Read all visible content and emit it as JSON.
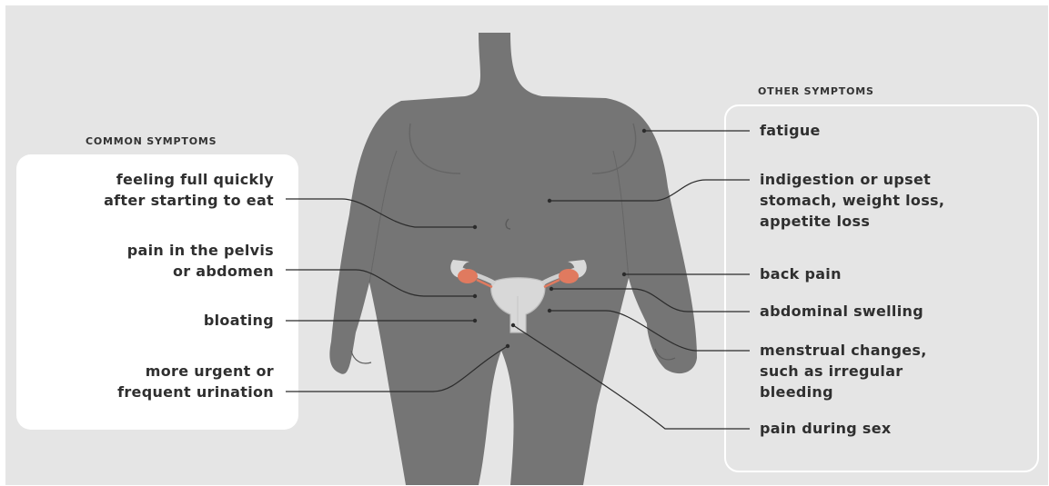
{
  "headings": {
    "common": "COMMON SYMPTOMS",
    "other": "OTHER SYMPTOMS"
  },
  "common_symptoms": [
    {
      "lines": [
        "feeling full quickly",
        "after starting to eat"
      ]
    },
    {
      "lines": [
        "pain in the pelvis",
        "or abdomen"
      ]
    },
    {
      "lines": [
        "bloating"
      ]
    },
    {
      "lines": [
        "more urgent or",
        "frequent urination"
      ]
    }
  ],
  "other_symptoms": [
    {
      "lines": [
        "fatigue"
      ]
    },
    {
      "lines": [
        "indigestion or upset",
        "stomach, weight loss,",
        "appetite loss"
      ]
    },
    {
      "lines": [
        "back pain"
      ]
    },
    {
      "lines": [
        "abdominal swelling"
      ]
    },
    {
      "lines": [
        "menstrual changes,",
        "such as irregular",
        "bleeding"
      ]
    },
    {
      "lines": [
        "pain during sex"
      ]
    }
  ],
  "colors": {
    "background": "#e5e5e5",
    "body": "#757575",
    "leader_line": "#2b2b2b",
    "ovary": "#e07a5f",
    "organ": "#d6d6d6"
  }
}
